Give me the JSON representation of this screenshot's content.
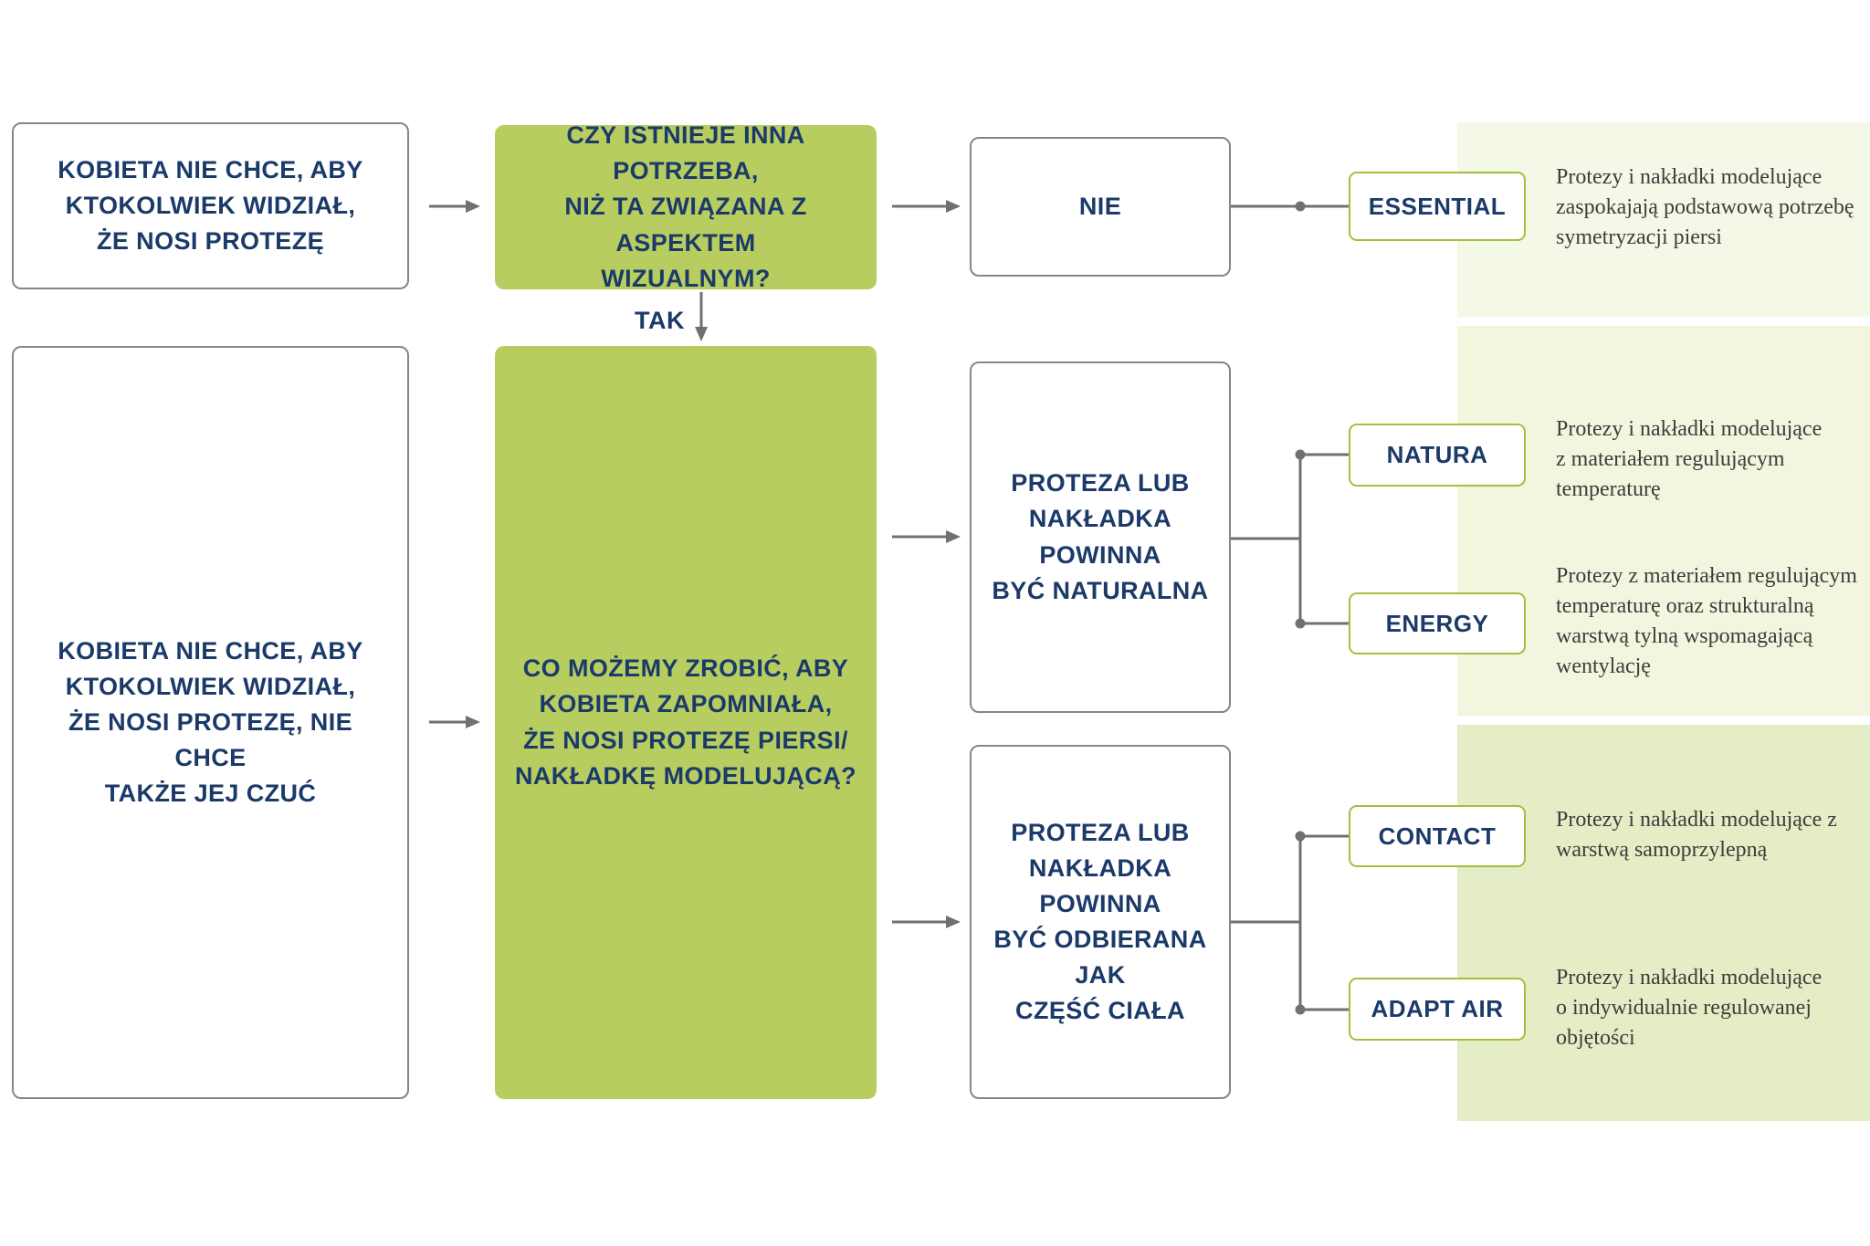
{
  "palette": {
    "navy": "#1b3a69",
    "green_fill": "#b8cd60",
    "pill_border": "#a3bf3d",
    "box_border": "#8e857a",
    "band_top": "#f4f8e7",
    "band_mid": "#f2f6df",
    "band_bottom": "#e4edc5",
    "connector": "#71706e",
    "desc_text": "#3d3d3a"
  },
  "nodes": {
    "left_top": {
      "label": "KOBIETA NIE CHCE, ABY\nKTOKOLWIEK WIDZIAŁ,\nŻE NOSI PROTEZĘ"
    },
    "question_visual": {
      "label": "CZY ISTNIEJE INNA POTRZEBA,\nNIŻ TA ZWIĄZANA Z ASPEKTEM\nWIZUALNYM?"
    },
    "answer_no": {
      "label": "NIE"
    },
    "answer_yes": {
      "label": "TAK"
    },
    "left_tall": {
      "label": "KOBIETA NIE CHCE, ABY\nKTOKOLWIEK WIDZIAŁ,\nŻE NOSI PROTEZĘ, NIE CHCE\nTAKŻE JEJ CZUĆ"
    },
    "question_forget": {
      "label": "CO MOŻEMY ZROBIĆ, ABY\nKOBIETA ZAPOMNIAŁA,\nŻE NOSI PROTEZĘ PIERSI/\nNAKŁADKĘ MODELUJĄCĄ?"
    },
    "natural": {
      "label": "PROTEZA LUB\nNAKŁADKA POWINNA\nBYĆ NATURALNA"
    },
    "body_part": {
      "label": "PROTEZA LUB\nNAKŁADKA POWINNA\nBYĆ ODBIERANA JAK\nCZĘŚĆ CIAŁA"
    }
  },
  "products": [
    {
      "name": "ESSENTIAL",
      "description": "Protezy i nakładki modelujące\nzaspokajają podstawową potrzebę\nsymetryzacji piersi"
    },
    {
      "name": "NATURA",
      "description": "Protezy i nakładki modelujące\nz materiałem regulującym\ntemperaturę"
    },
    {
      "name": "ENERGY",
      "description": "Protezy z materiałem regulującym\ntemperaturę oraz strukturalną\nwarstwą tylną wspomagającą\nwentylację"
    },
    {
      "name": "CONTACT",
      "description": "Protezy i nakładki modelujące z\nwarstwą samoprzylepną"
    },
    {
      "name": "ADAPT AIR",
      "description": "Protezy i nakładki modelujące\no indywidualnie regulowanej\nobjętości"
    }
  ]
}
